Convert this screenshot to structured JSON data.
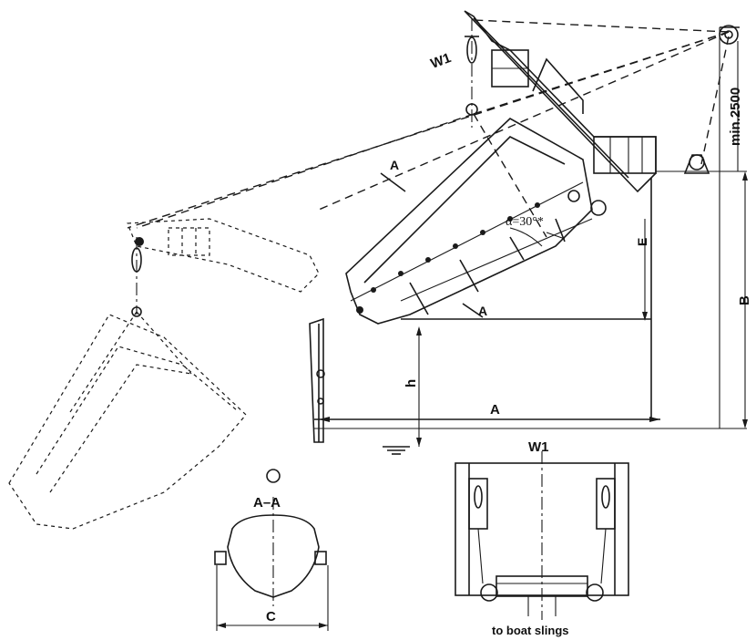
{
  "labels": {
    "w1_top": "W1",
    "min_2500": "min.2500",
    "section_arrow_top": "A",
    "section_arrow_bottom": "A",
    "angle": "α=30°*",
    "dim_e": "E",
    "dim_b": "B",
    "dim_h": "h",
    "dim_a": "A",
    "section_title": "A–A",
    "dim_c": "C",
    "w1_front": "W1",
    "to_boat_slings": "to boat slings"
  }
}
